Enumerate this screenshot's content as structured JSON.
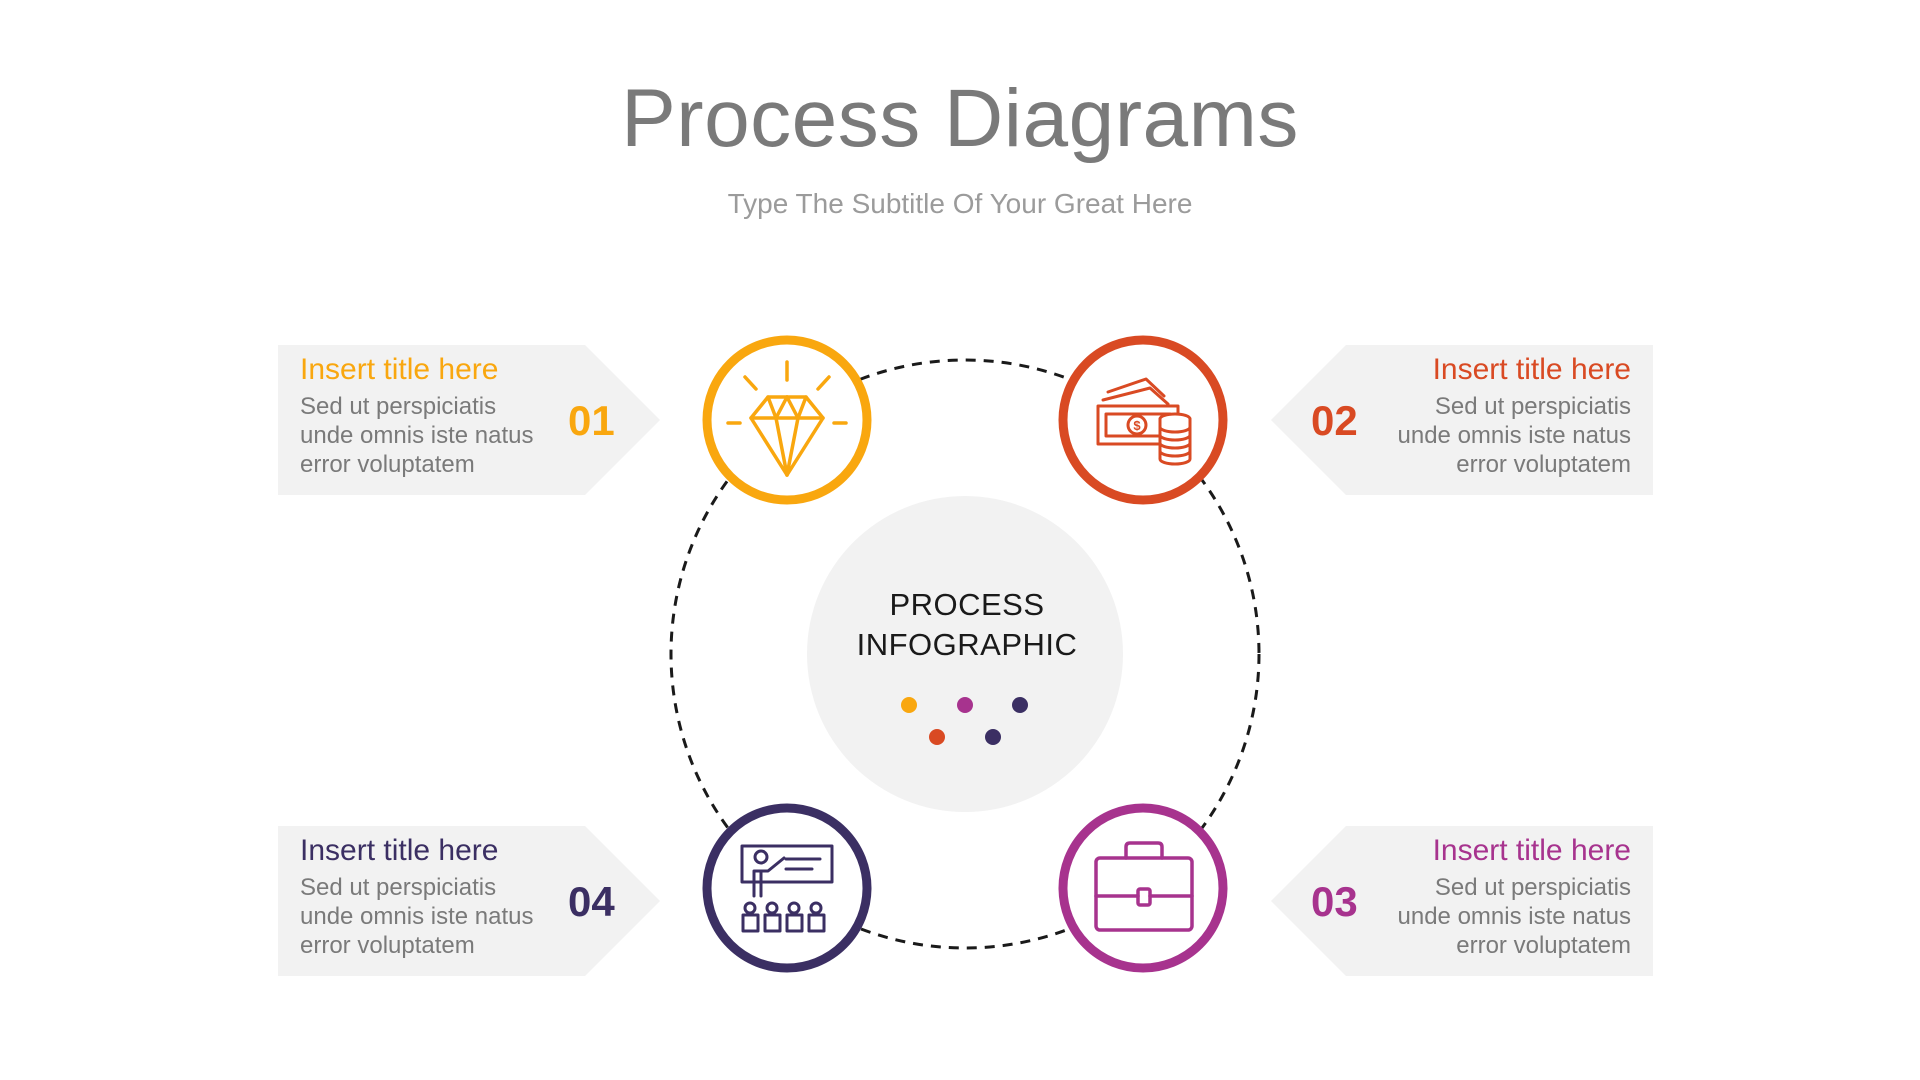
{
  "header": {
    "title": "Process Diagrams",
    "subtitle": "Type The Subtitle Of Your Great Here"
  },
  "center": {
    "line1": "PROCESS",
    "line2": "INFOGRAPHIC"
  },
  "colors": {
    "step1": "#F9A70F",
    "step2": "#D94A23",
    "step3": "#A7338E",
    "step4": "#3B2F63",
    "card_bg": "#F2F2F2",
    "ring_dash": "#1A1A1A",
    "hub_bg": "#F2F2F2"
  },
  "steps": [
    {
      "number": "01",
      "title": "Insert title here",
      "body": [
        "Sed ut perspiciatis",
        "unde omnis iste natus",
        "error voluptatem"
      ],
      "icon": "diamond-icon"
    },
    {
      "number": "02",
      "title": "Insert title here",
      "body": [
        "Sed ut perspiciatis",
        "unde omnis iste natus",
        "error voluptatem"
      ],
      "icon": "money-coins-icon"
    },
    {
      "number": "03",
      "title": "Insert title here",
      "body": [
        "Sed ut perspiciatis",
        "unde omnis iste natus",
        "error voluptatem"
      ],
      "icon": "briefcase-icon"
    },
    {
      "number": "04",
      "title": "Insert title here",
      "body": [
        "Sed ut perspiciatis",
        "unde omnis iste natus",
        "error voluptatem"
      ],
      "icon": "presentation-icon"
    }
  ]
}
